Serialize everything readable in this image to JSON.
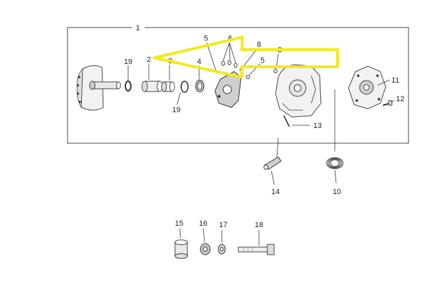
{
  "diagram": {
    "labels": {
      "l1": "1",
      "l2": "2",
      "l3a": "3",
      "l3b": "3",
      "l4": "4",
      "l5a": "5",
      "l5b": "5",
      "l6": "6",
      "l8": "8",
      "l10": "10",
      "l11": "11",
      "l12": "12",
      "l13": "13",
      "l14": "14",
      "l15": "15",
      "l16": "16",
      "l17": "17",
      "l18": "18",
      "l19a": "19",
      "l19b": "19"
    },
    "highlight_arrow": {
      "color": "#f2ea1c"
    }
  }
}
